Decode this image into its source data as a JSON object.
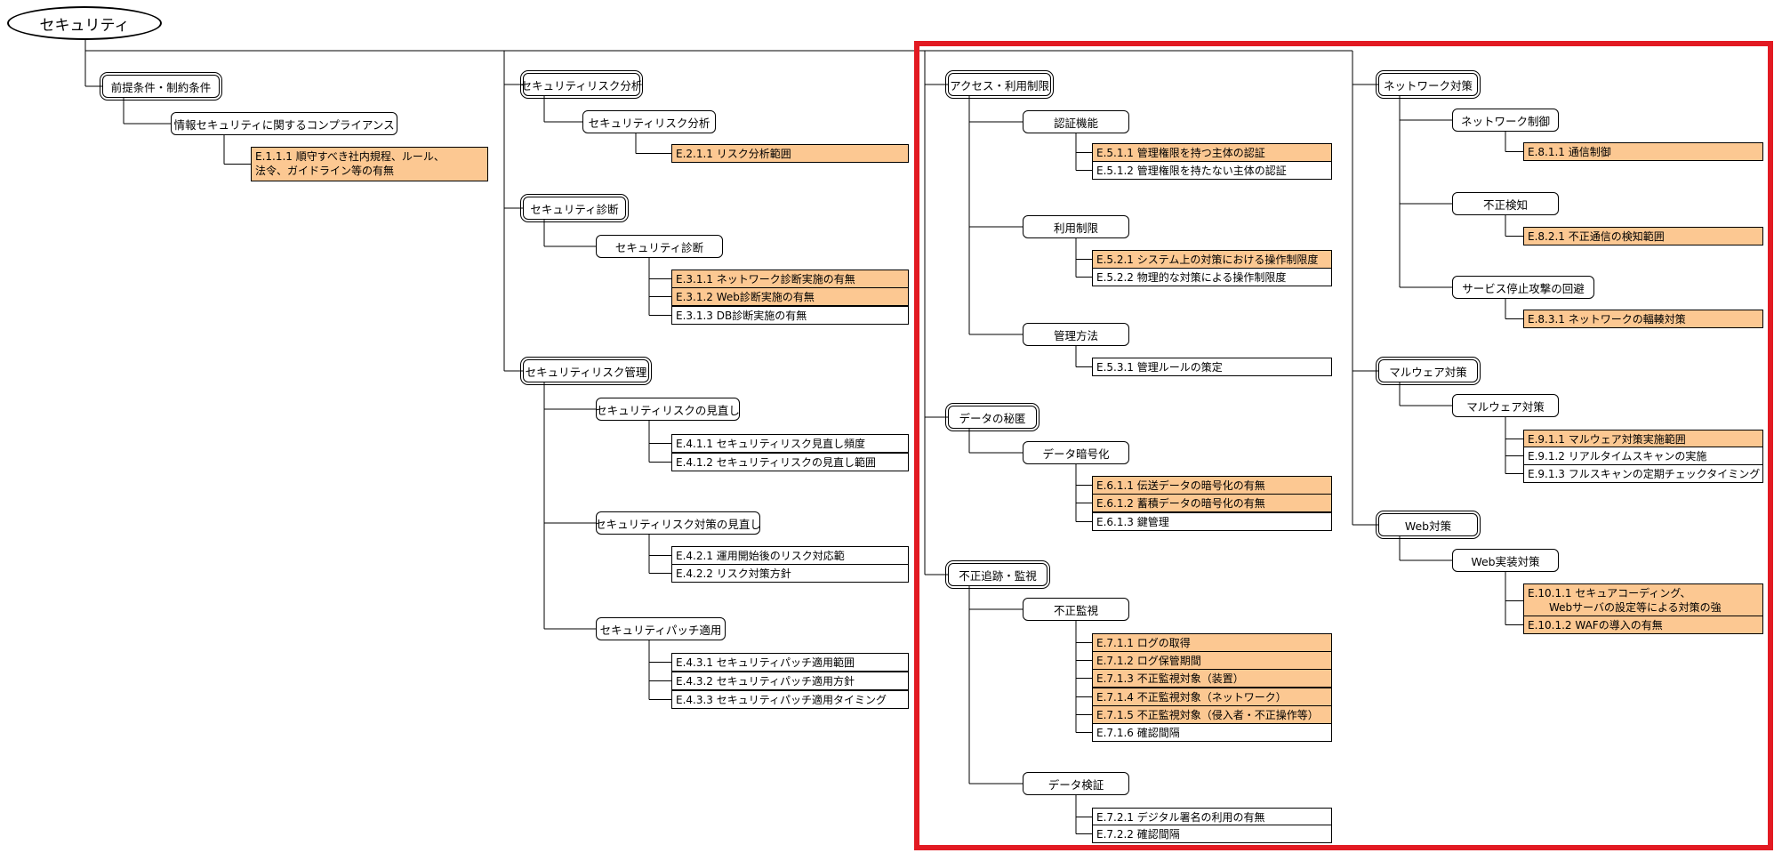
{
  "root": {
    "label": "セキュリティ"
  },
  "colors": {
    "highlight": "#fcc892",
    "frame": "#e21a22"
  },
  "categories": [
    {
      "label": "前提条件・制約条件",
      "children": [
        {
          "label": "情報セキュリティに関するコンプライアンス",
          "items": [
            {
              "id": "E.1.1.1",
              "text": "順守すべき社内規程、ルール、\n法令、ガイドライン等の有無",
              "hl": true
            }
          ]
        }
      ]
    },
    {
      "label": "セキュリティリスク分析",
      "children": [
        {
          "label": "セキュリティリスク分析",
          "items": [
            {
              "id": "E.2.1.1",
              "text": "リスク分析範囲",
              "hl": true
            }
          ]
        }
      ]
    },
    {
      "label": "セキュリティ診断",
      "children": [
        {
          "label": "セキュリティ診断",
          "items": [
            {
              "id": "E.3.1.1",
              "text": "ネットワーク診断実施の有無",
              "hl": true
            },
            {
              "id": "E.3.1.2",
              "text": "Web診断実施の有無",
              "hl": true
            },
            {
              "id": "E.3.1.3",
              "text": "DB診断実施の有無",
              "hl": false
            }
          ]
        }
      ]
    },
    {
      "label": "セキュリティリスク管理",
      "children": [
        {
          "label": "セキュリティリスクの見直し",
          "items": [
            {
              "id": "E.4.1.1",
              "text": "セキュリティリスク見直し頻度",
              "hl": false
            },
            {
              "id": "E.4.1.2",
              "text": "セキュリティリスクの見直し範囲",
              "hl": false
            }
          ]
        },
        {
          "label": "セキュリティリスク対策の見直し",
          "items": [
            {
              "id": "E.4.2.1",
              "text": "運用開始後のリスク対応範",
              "hl": false
            },
            {
              "id": "E.4.2.2",
              "text": "リスク対策方針",
              "hl": false
            }
          ]
        },
        {
          "label": "セキュリティパッチ適用",
          "items": [
            {
              "id": "E.4.3.1",
              "text": "セキュリティパッチ適用範囲",
              "hl": false
            },
            {
              "id": "E.4.3.2",
              "text": "セキュリティパッチ適用方針",
              "hl": false
            },
            {
              "id": "E.4.3.3",
              "text": "セキュリティパッチ適用タイミング",
              "hl": false
            }
          ]
        }
      ]
    },
    {
      "label": "アクセス・利用制限",
      "children": [
        {
          "label": "認証機能",
          "items": [
            {
              "id": "E.5.1.1",
              "text": "管理権限を持つ主体の認証",
              "hl": true
            },
            {
              "id": "E.5.1.2",
              "text": "管理権限を持たない主体の認証",
              "hl": false
            }
          ]
        },
        {
          "label": "利用制限",
          "items": [
            {
              "id": "E.5.2.1",
              "text": "システム上の対策における操作制限度",
              "hl": true
            },
            {
              "id": "E.5.2.2",
              "text": "物理的な対策による操作制限度",
              "hl": false
            }
          ]
        },
        {
          "label": "管理方法",
          "items": [
            {
              "id": "E.5.3.1",
              "text": "管理ルールの策定",
              "hl": false
            }
          ]
        }
      ]
    },
    {
      "label": "データの秘匿",
      "children": [
        {
          "label": "データ暗号化",
          "items": [
            {
              "id": "E.6.1.1",
              "text": "伝送データの暗号化の有無",
              "hl": true
            },
            {
              "id": "E.6.1.2",
              "text": "蓄積データの暗号化の有無",
              "hl": true
            },
            {
              "id": "E.6.1.3",
              "text": "鍵管理",
              "hl": false
            }
          ]
        }
      ]
    },
    {
      "label": "不正追跡・監視",
      "children": [
        {
          "label": "不正監視",
          "items": [
            {
              "id": "E.7.1.1",
              "text": "ログの取得",
              "hl": true
            },
            {
              "id": "E.7.1.2",
              "text": "ログ保管期間",
              "hl": true
            },
            {
              "id": "E.7.1.3",
              "text": "不正監視対象（装置）",
              "hl": true
            },
            {
              "id": "E.7.1.4",
              "text": "不正監視対象（ネットワーク）",
              "hl": true
            },
            {
              "id": "E.7.1.5",
              "text": "不正監視対象（侵入者・不正操作等）",
              "hl": true
            },
            {
              "id": "E.7.1.6",
              "text": "確認間隔",
              "hl": false
            }
          ]
        },
        {
          "label": "データ検証",
          "items": [
            {
              "id": "E.7.2.1",
              "text": "デジタル署名の利用の有無",
              "hl": false
            },
            {
              "id": "E.7.2.2",
              "text": "確認間隔",
              "hl": false
            }
          ]
        }
      ]
    },
    {
      "label": "ネットワーク対策",
      "children": [
        {
          "label": "ネットワーク制御",
          "items": [
            {
              "id": "E.8.1.1",
              "text": "通信制御",
              "hl": true
            }
          ]
        },
        {
          "label": "不正検知",
          "items": [
            {
              "id": "E.8.2.1",
              "text": "不正通信の検知範囲",
              "hl": true
            }
          ]
        },
        {
          "label": "サービス停止攻撃の回避",
          "items": [
            {
              "id": "E.8.3.1",
              "text": "ネットワークの輻輳対策",
              "hl": true
            }
          ]
        }
      ]
    },
    {
      "label": "マルウェア対策",
      "children": [
        {
          "label": "マルウェア対策",
          "items": [
            {
              "id": "E.9.1.1",
              "text": "マルウェア対策実施範囲",
              "hl": true
            },
            {
              "id": "E.9.1.2",
              "text": "リアルタイムスキャンの実施",
              "hl": false
            },
            {
              "id": "E.9.1.3",
              "text": "フルスキャンの定期チェックタイミング",
              "hl": false
            }
          ]
        }
      ]
    },
    {
      "label": "Web対策",
      "children": [
        {
          "label": "Web実装対策",
          "items": [
            {
              "id": "E.10.1.1",
              "text": "セキュアコーディング、\n　　Webサーバの設定等による対策の強",
              "hl": true
            },
            {
              "id": "E.10.1.2",
              "text": "WAFの導入の有無",
              "hl": true
            }
          ]
        }
      ]
    }
  ]
}
